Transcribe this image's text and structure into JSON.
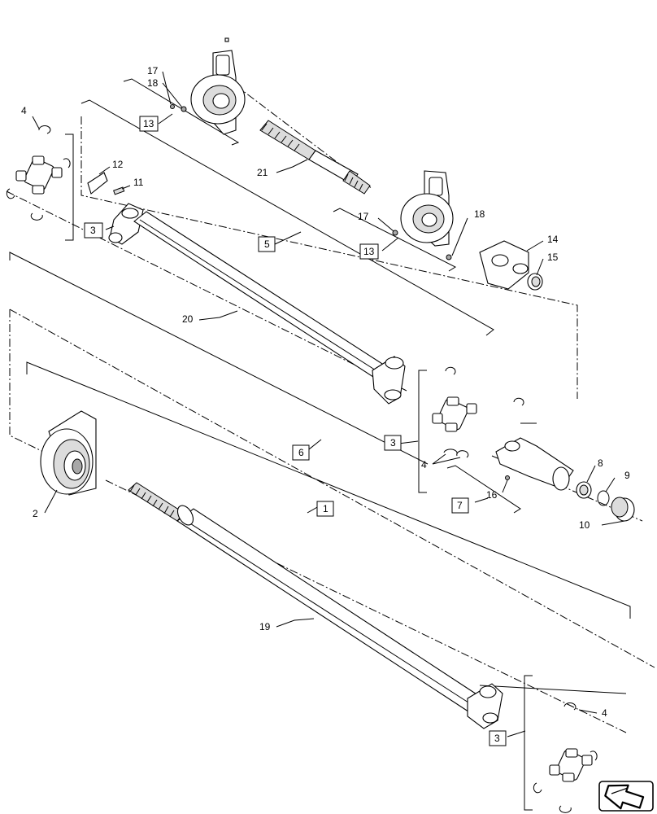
{
  "callouts": {
    "c1": "1",
    "c2": "2",
    "c3a": "3",
    "c3b": "3",
    "c3c": "3",
    "c4a": "4",
    "c4b": "4",
    "c4c": "4",
    "c5": "5",
    "c6": "6",
    "c7": "7",
    "c8": "8",
    "c9": "9",
    "c10": "10",
    "c11": "11",
    "c12": "12",
    "c13a": "13",
    "c13b": "13",
    "c14": "14",
    "c15": "15",
    "c16": "16",
    "c17a": "17",
    "c17b": "17",
    "c18a": "18",
    "c18b": "18",
    "c19": "19",
    "c20": "20",
    "c21": "21"
  },
  "icons": {
    "navigation": "next-page-arrow-icon"
  }
}
